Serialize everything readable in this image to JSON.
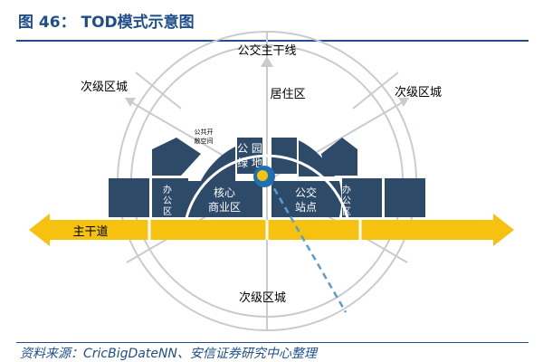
{
  "title": "图 46： TOD模式示意图",
  "source": "资料来源：CricBigDateNN、安信证券研究中心整理",
  "diagram": {
    "top_label": "公交主干线",
    "left_top_label": "次级区城",
    "right_top_label": "次级区城",
    "bottom_label": "次级区城",
    "residential": "居住区",
    "open_space": [
      "公共开",
      "敞空间"
    ],
    "green": [
      "公 园",
      "绿 地"
    ],
    "core": [
      "核心",
      "商业区"
    ],
    "transit": [
      "公交",
      "站点"
    ],
    "office_left": [
      "办",
      "公",
      "区"
    ],
    "office_right": [
      "办",
      "公",
      "区"
    ],
    "main_road": "主干道",
    "colors": {
      "block": "#2d4a68",
      "road": "#f6c10f",
      "line": "#c8ccd0",
      "station": "#1f6fb5",
      "dashed": "#5b9bd5"
    }
  }
}
